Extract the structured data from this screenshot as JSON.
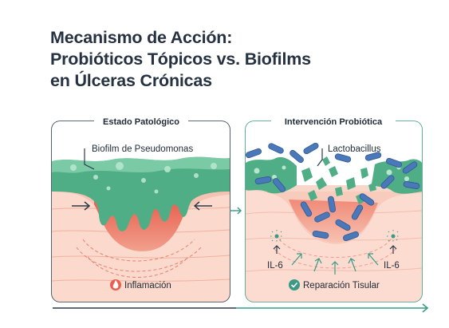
{
  "title": {
    "line1": "Mecanismo de Acción:",
    "line2": "Probióticos Tópicos vs. Biofilms",
    "line3": "en Úlceras Crónicas"
  },
  "left_panel": {
    "heading": "Estado Patológico",
    "biofilm_label": "Biofilm de Pseudomonas",
    "status_label": "Inflamación"
  },
  "right_panel": {
    "heading": "Intervención Probiótica",
    "bacteria_label": "Lactobacillus",
    "cytokine_left": "IL-6",
    "cytokine_right": "IL-6",
    "status_label": "Reparación Tisular"
  },
  "colors": {
    "biofilm": "#4fae86",
    "bacteria": "#4a78b8",
    "tissue": "#f6c4b4",
    "inflammation": "#e8604e",
    "accent": "#3a9a86"
  },
  "icons": {
    "inflammation": "flame-icon",
    "repair": "check-circle-icon"
  }
}
